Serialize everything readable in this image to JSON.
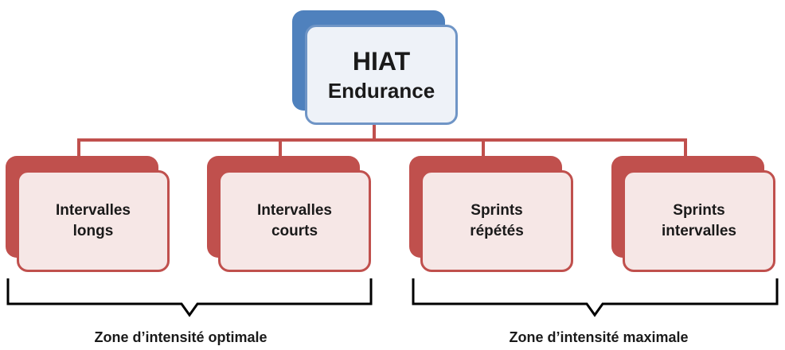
{
  "root": {
    "line1": "HIAT",
    "line2": "Endurance"
  },
  "children": [
    {
      "line1": "Intervalles",
      "line2": "longs"
    },
    {
      "line1": "Intervalles",
      "line2": "courts"
    },
    {
      "line1": "Sprints",
      "line2": "répétés"
    },
    {
      "line1": "Sprints",
      "line2": "intervalles"
    }
  ],
  "zones": [
    {
      "label": "Zone d’intensité optimale"
    },
    {
      "label": "Zone d’intensité maximale"
    }
  ],
  "colors": {
    "root_fill": "#4f81bd",
    "child_fill": "#c0504d",
    "bracket": "#000000"
  }
}
